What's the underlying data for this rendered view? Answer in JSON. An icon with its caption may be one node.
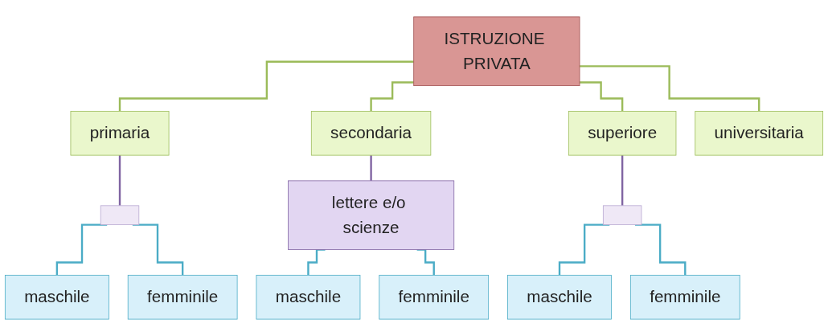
{
  "diagram": {
    "nodes": [
      {
        "text": [
          "ISTRUZIONE PRIVATA"
        ]
      },
      {
        "text": [
          "primaria"
        ]
      },
      {
        "text": [
          "secondaria"
        ]
      },
      {
        "text": [
          "superiore"
        ]
      },
      {
        "text": [
          "universitaria"
        ]
      },
      {
        "text": [],
        "shape": "bar"
      },
      {
        "text": [
          "lettere e/o scienze"
        ]
      },
      {
        "text": [],
        "shape": "bar"
      },
      {
        "text": [
          "maschile"
        ]
      },
      {
        "text": [
          "femminile"
        ]
      },
      {
        "text": [
          "maschile"
        ]
      },
      {
        "text": [
          "femminile"
        ]
      },
      {
        "text": [
          "maschile"
        ]
      },
      {
        "text": [
          "femminile"
        ]
      }
    ],
    "edges": [
      {
        "from": 0,
        "to": 1,
        "arrow": "none",
        "color": "#9bbb59"
      },
      {
        "from": 0,
        "to": 2,
        "arrow": "none",
        "color": "#9bbb59"
      },
      {
        "from": 0,
        "to": 3,
        "arrow": "none",
        "color": "#9bbb59"
      },
      {
        "from": 0,
        "to": 4,
        "arrow": "none",
        "color": "#9bbb59"
      },
      {
        "from": 1,
        "to": 5,
        "arrow": "none",
        "color": "#8064a2"
      },
      {
        "from": 2,
        "to": 6,
        "arrow": "none",
        "color": "#8064a2"
      },
      {
        "from": 3,
        "to": 7,
        "arrow": "none",
        "color": "#8064a2"
      },
      {
        "from": 5,
        "to": 8,
        "arrow": "none"
      },
      {
        "from": 5,
        "to": 9,
        "arrow": "none"
      },
      {
        "from": 6,
        "to": 10,
        "arrow": "none"
      },
      {
        "from": 6,
        "to": 11,
        "arrow": "none"
      },
      {
        "from": 7,
        "to": 12,
        "arrow": "none"
      },
      {
        "from": 7,
        "to": 13,
        "arrow": "none"
      }
    ]
  }
}
